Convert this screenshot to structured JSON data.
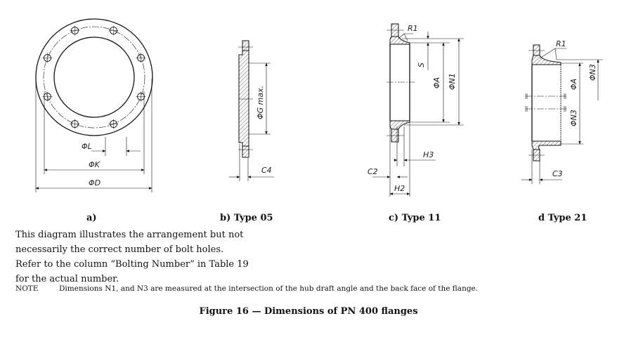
{
  "subfigures": [
    {
      "label": "a)"
    },
    {
      "label": "b) Type 05"
    },
    {
      "label": "c) Type 11"
    },
    {
      "label": "d Type 21"
    }
  ],
  "dimensions": {
    "a": {
      "L": "ΦL",
      "K": "ΦK",
      "D": "ΦD"
    },
    "b": {
      "G": "ΦG max.",
      "C4": "C4"
    },
    "c": {
      "R1": "R1",
      "S": "S",
      "A": "ΦA",
      "N1": "ΦN1",
      "H3": "H3",
      "C2": "C2",
      "H2": "H2"
    },
    "d": {
      "R1": "R1",
      "A": "ΦA",
      "N3_top": "ΦN3",
      "N3_bottom": "ΦN3",
      "C3": "C3"
    }
  },
  "description_lines": [
    "This diagram illustrates the arrangement but not",
    "necessarily the correct number of bolt holes.",
    "Refer to the column “Bolting Number” in Table 19",
    "for the actual number."
  ],
  "note": {
    "key": "NOTE",
    "text": "Dimensions N1, and N3 are measured at the intersection of the hub draft angle and the back face of the flange."
  },
  "figure_caption": "Figure 16 — Dimensions of PN 400 flanges"
}
